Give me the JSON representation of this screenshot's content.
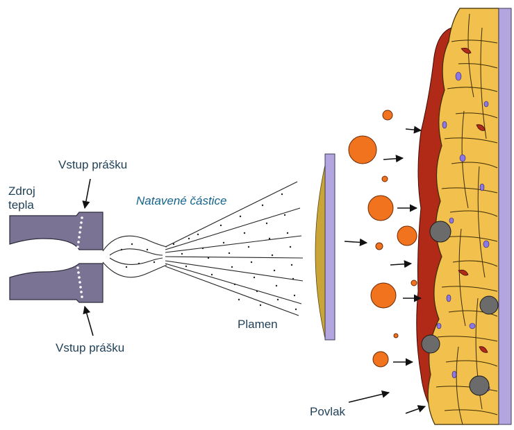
{
  "labels": {
    "powder_inlet_top": "Vstup prášku",
    "heat_source_line1": "Zdroj",
    "heat_source_line2": "tepla",
    "molten_particles": "Natavené částice",
    "flame": "Plamen",
    "powder_inlet_bottom": "Vstup prášku",
    "coating": "Povlak"
  },
  "colors": {
    "torch": "#7a7394",
    "substrate": "#b3a6e0",
    "particle": "#f2731d",
    "splat": "#f2c14d",
    "oxide": "#b02a17",
    "unmelted": "#6b6b6b",
    "pore": "#8b78e6",
    "text": "#1f3f56",
    "text_italic": "#16648c"
  }
}
